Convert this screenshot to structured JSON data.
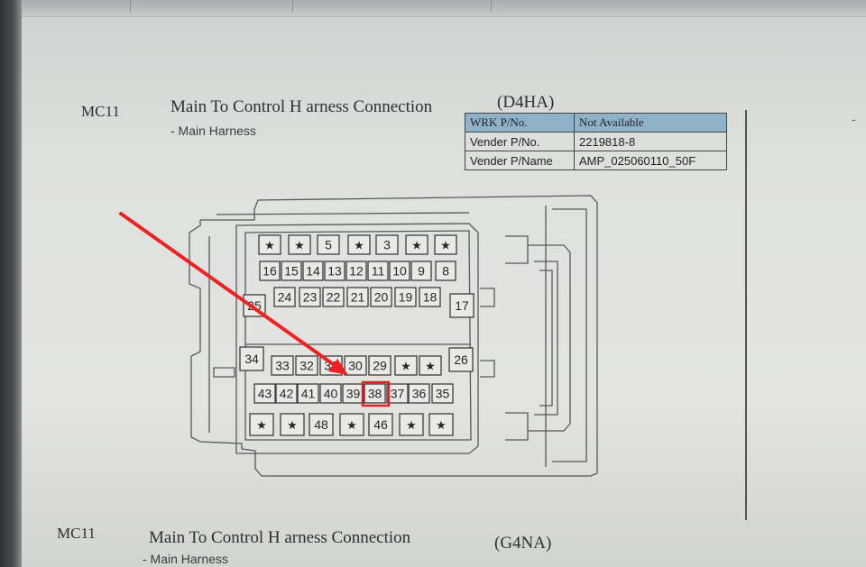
{
  "section1": {
    "code": "MC11",
    "title": "Main To Control H    arness Connection",
    "engine": "(D4HA)",
    "subtitle": "- Main Harness",
    "table": {
      "header": {
        "label": "WRK P/No.",
        "value": "Not Available"
      },
      "rows": [
        {
          "label": "Vender P/No.",
          "value": "2219818-8"
        },
        {
          "label": "Vender P/Name",
          "value": "AMP_025060110_50F"
        }
      ]
    }
  },
  "section2": {
    "code": "MC11",
    "title": "Main To Control H    arness Connection",
    "engine": "(G4NA)",
    "subtitle": "- Main Harness"
  },
  "connector": {
    "row1": [
      "★",
      "★",
      "5",
      "★",
      "3",
      "★",
      "★"
    ],
    "row2": [
      "16",
      "15",
      "14",
      "13",
      "12",
      "11",
      "10",
      "9",
      "8"
    ],
    "row3": [
      "24",
      "23",
      "22",
      "21",
      "20",
      "19",
      "18"
    ],
    "row4": [
      "33",
      "32",
      "31",
      "30",
      "29",
      "★",
      "★"
    ],
    "row5": [
      "43",
      "42",
      "41",
      "40",
      "39",
      "38",
      "37",
      "36",
      "35"
    ],
    "row6": [
      "★",
      "★",
      "48",
      "★",
      "46",
      "★",
      "★"
    ],
    "side_left_upper": "25",
    "side_right_upper": "17",
    "side_left_lower": "34",
    "side_right_lower": "26",
    "highlighted_pin": "38",
    "highlight_color": "#e02020",
    "arrow_color": "#ee2222"
  }
}
